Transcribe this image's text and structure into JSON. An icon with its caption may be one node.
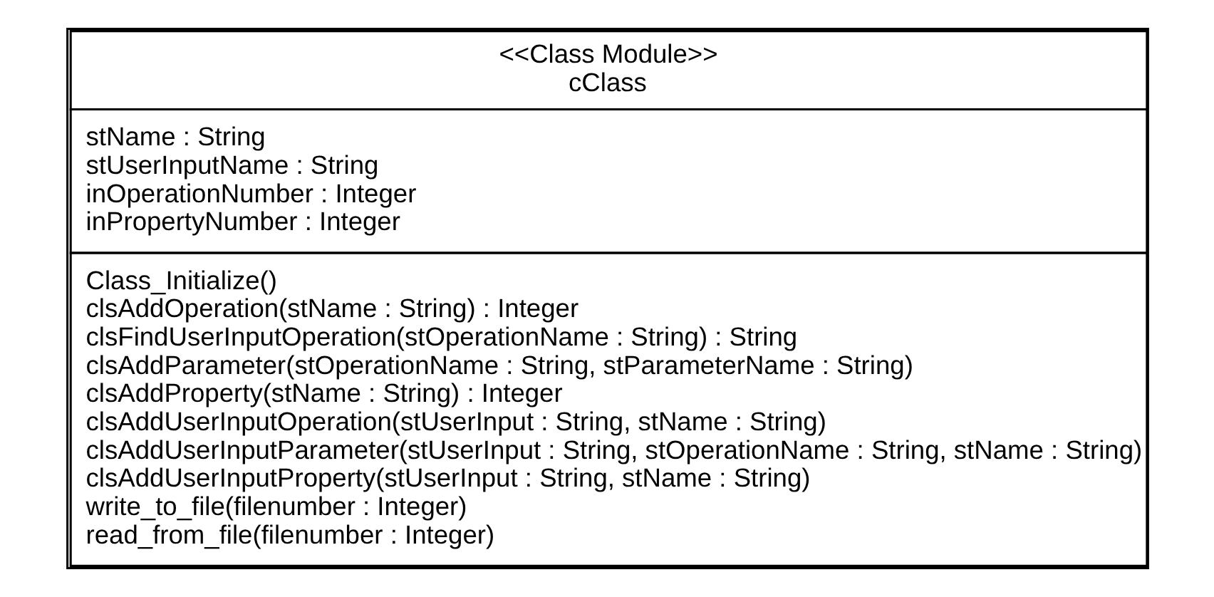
{
  "diagram": {
    "nodes": [
      {
        "text": [
          "<<Class Module>>",
          "cClass",
          "stName : String",
          "stUserInputName : String",
          "inOperationNumber : Integer",
          "inPropertyNumber : Integer",
          "Class_Initialize()",
          "clsAddOperation(stName : String) : Integer",
          "clsFindUserInputOperation(stOperationName : String) : String",
          "clsAddParameter(stOperationName : String, stParameterName : String)",
          "clsAddProperty(stName : String) : Integer",
          "clsAddUserInputOperation(stUserInput : String, stName : String)",
          "clsAddUserInputParameter(stUserInput : String, stOperationName : String, stName : String)",
          "clsAddUserInputProperty(stUserInput : String, stName : String)",
          "write_to_file(filenumber : Integer)",
          "read_from_file(filenumber : Integer)"
        ]
      }
    ]
  }
}
